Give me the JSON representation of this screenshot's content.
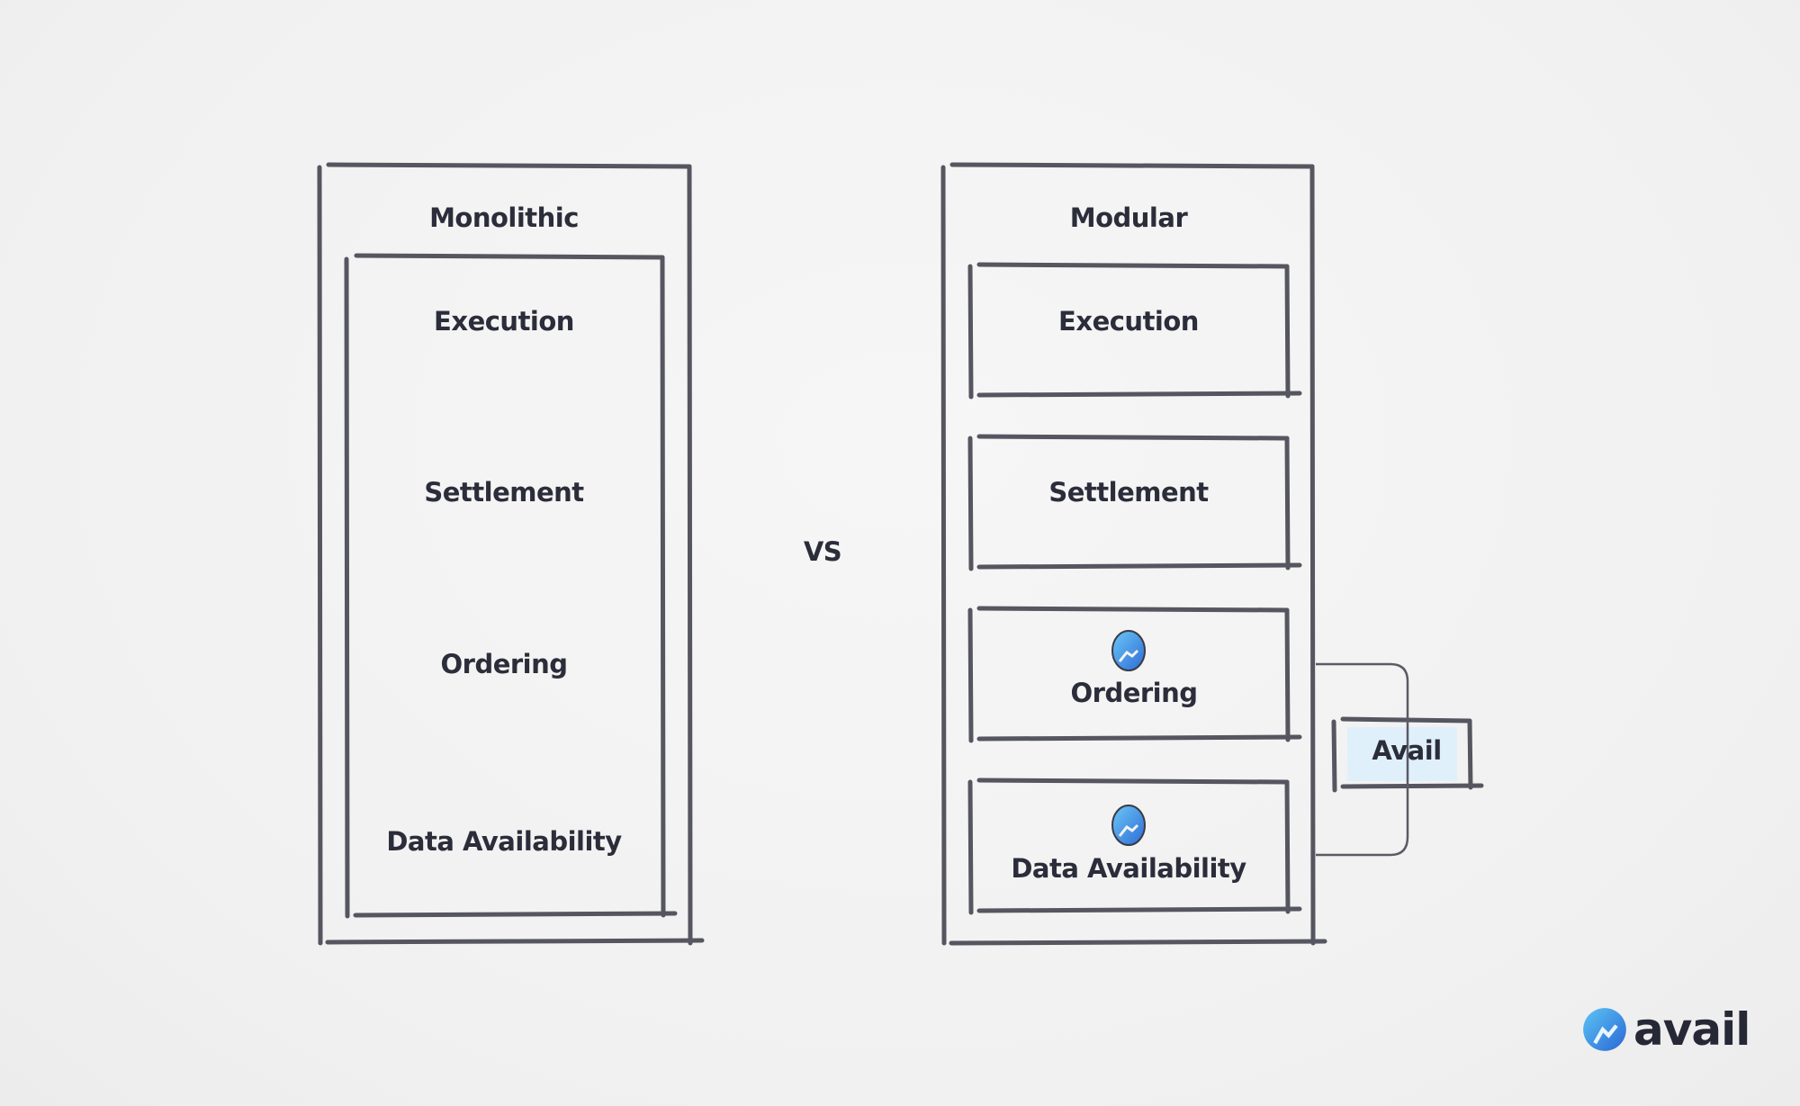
{
  "diagram": {
    "separator": "VS",
    "monolithic": {
      "title": "Monolithic",
      "layers": [
        "Execution",
        "Settlement",
        "Ordering",
        "Data Availability"
      ]
    },
    "modular": {
      "title": "Modular",
      "layers": [
        {
          "label": "Execution",
          "icon": null
        },
        {
          "label": "Settlement",
          "icon": null
        },
        {
          "label": "Ordering",
          "icon": "avail-logo-icon"
        },
        {
          "label": "Data Availability",
          "icon": "avail-logo-icon"
        }
      ]
    },
    "provider": {
      "label": "Avail",
      "covers": [
        "Ordering",
        "Data Availability"
      ],
      "fill_color": "#dff0fa"
    }
  },
  "branding": {
    "logo_text": "avail",
    "accent_color": "#3a8de0"
  },
  "colors": {
    "stroke": "#55565f",
    "text": "#2c2d3a"
  }
}
